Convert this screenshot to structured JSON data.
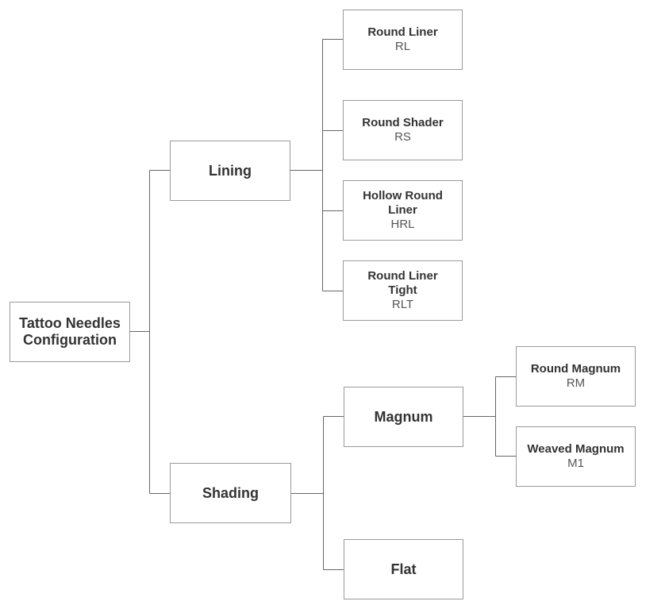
{
  "diagram": {
    "type": "tree",
    "root": {
      "id": "root",
      "title": "Tattoo Needles Configuration",
      "code": ""
    },
    "nodes": {
      "lining": {
        "title": "Lining",
        "code": ""
      },
      "shading": {
        "title": "Shading",
        "code": ""
      },
      "round_liner": {
        "title": "Round Liner",
        "code": "RL"
      },
      "round_shader": {
        "title": "Round Shader",
        "code": "RS"
      },
      "hollow_round_liner": {
        "title": "Hollow Round Liner",
        "code": "HRL"
      },
      "round_liner_tight": {
        "title": "Round Liner Tight",
        "code": "RLT"
      },
      "magnum": {
        "title": "Magnum",
        "code": ""
      },
      "flat": {
        "title": "Flat",
        "code": ""
      },
      "round_magnum": {
        "title": "Round Magnum",
        "code": "RM"
      },
      "weaved_magnum": {
        "title": "Weaved Magnum",
        "code": "M1"
      }
    },
    "edges": [
      [
        "root",
        "lining"
      ],
      [
        "root",
        "shading"
      ],
      [
        "lining",
        "round_liner"
      ],
      [
        "lining",
        "round_shader"
      ],
      [
        "lining",
        "hollow_round_liner"
      ],
      [
        "lining",
        "round_liner_tight"
      ],
      [
        "shading",
        "magnum"
      ],
      [
        "shading",
        "flat"
      ],
      [
        "magnum",
        "round_magnum"
      ],
      [
        "magnum",
        "weaved_magnum"
      ]
    ],
    "colors": {
      "border": "#9a9a9a",
      "line": "#666666",
      "text": "#333333",
      "background": "#ffffff"
    }
  }
}
